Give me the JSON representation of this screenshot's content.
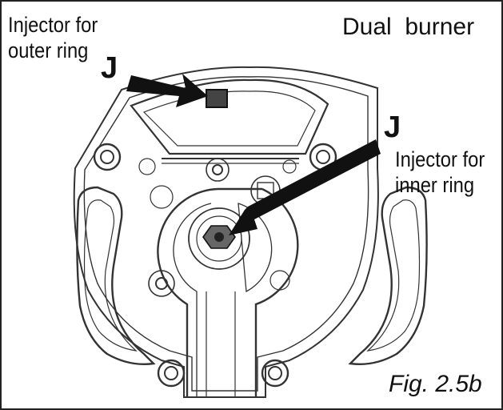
{
  "title": "Dual  burner",
  "labels": {
    "outer_line1": "Injector for",
    "outer_line2": "outer ring",
    "inner_line1": "Injector for",
    "inner_line2": "inner ring",
    "marker_outer": "J",
    "marker_inner": "J"
  },
  "caption": "Fig. 2.5b"
}
